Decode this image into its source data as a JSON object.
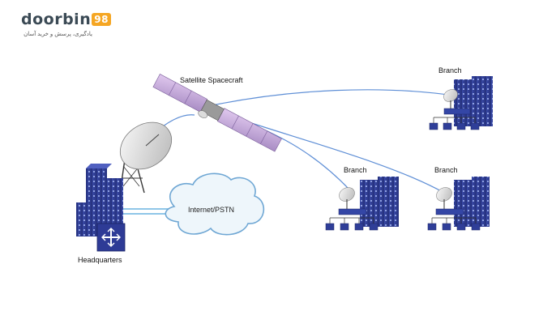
{
  "brand": {
    "name": "doorbin",
    "badge": "98",
    "tagline": "یادگیری، پرسش و خرید آسان"
  },
  "diagram": {
    "satellite_label": "Satellite Spacecraft",
    "cloud_label": "Internet/PSTN",
    "headquarters_label": "Headquarters",
    "branches": [
      "Branch",
      "Branch",
      "Branch"
    ]
  },
  "colors": {
    "building": "#3340a0",
    "link": "#5f8fd6",
    "cloud_fill": "#eef6fb",
    "cloud_stroke": "#6fa7d4",
    "panel": "#c8a8d8",
    "accent": "#f5a623"
  }
}
